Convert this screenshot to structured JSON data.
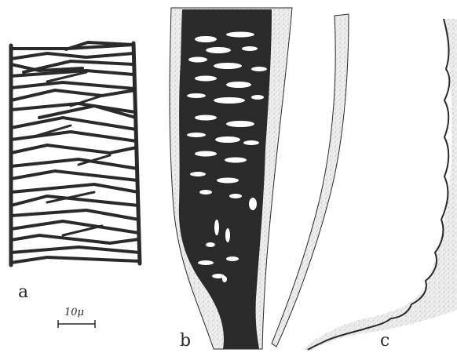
{
  "figure": {
    "panels": [
      {
        "label": "a",
        "content": "lattice-structure"
      },
      {
        "label": "b",
        "content": "dark-core-with-stippled-rind"
      },
      {
        "label": "c",
        "content": "stippled-curved-bands"
      }
    ],
    "scale_bar": {
      "text": "10μ"
    },
    "colors": {
      "ink": "#2a2a2a",
      "stipple": "#e6e6e6",
      "paper": "#ffffff"
    }
  }
}
